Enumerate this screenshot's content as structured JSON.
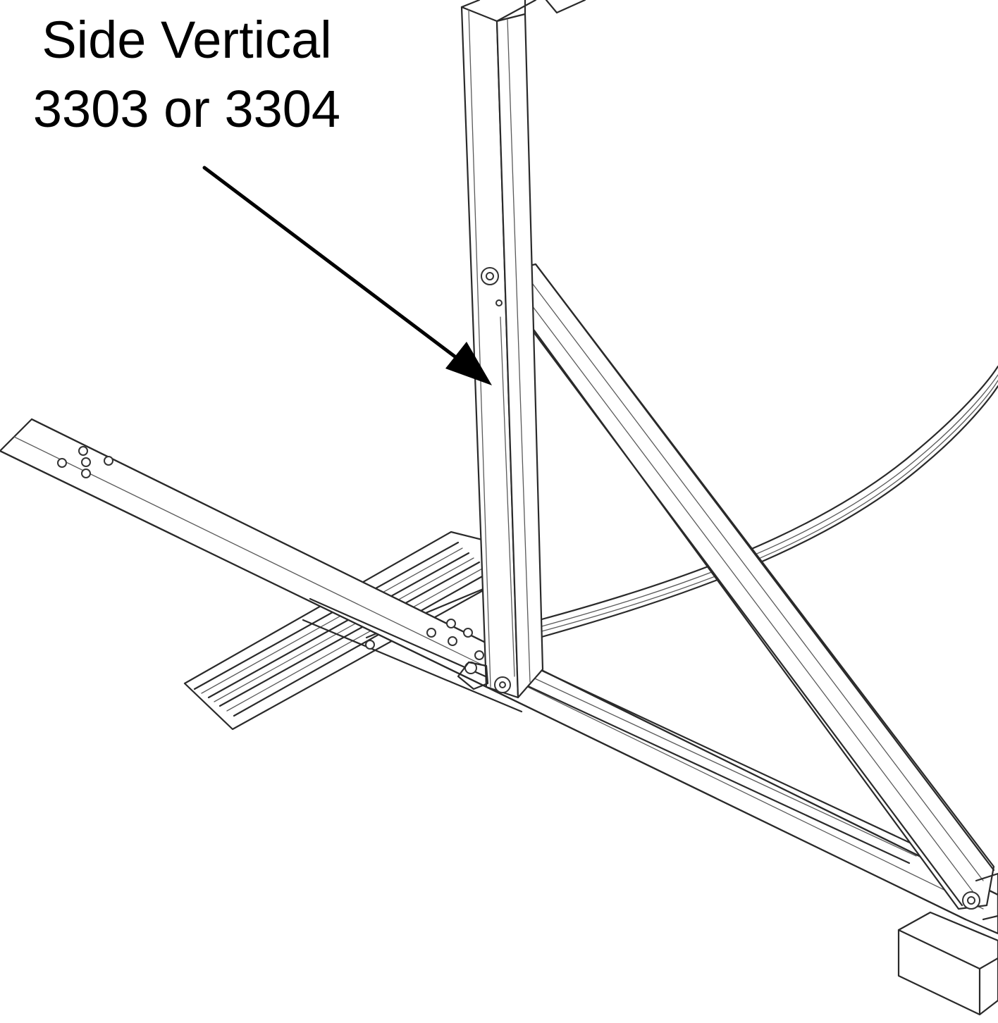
{
  "diagram": {
    "callout": {
      "line1": "Side Vertical",
      "line2": "3303 or 3304"
    },
    "colors": {
      "ink": "#2a2a2a",
      "background": "#ffffff",
      "label": "#000000"
    },
    "parts": [
      "side-vertical-post",
      "diagonal-brace",
      "base-rail",
      "cross-beam",
      "corrugated-ground-plate",
      "bunk-arc",
      "support-block"
    ]
  }
}
